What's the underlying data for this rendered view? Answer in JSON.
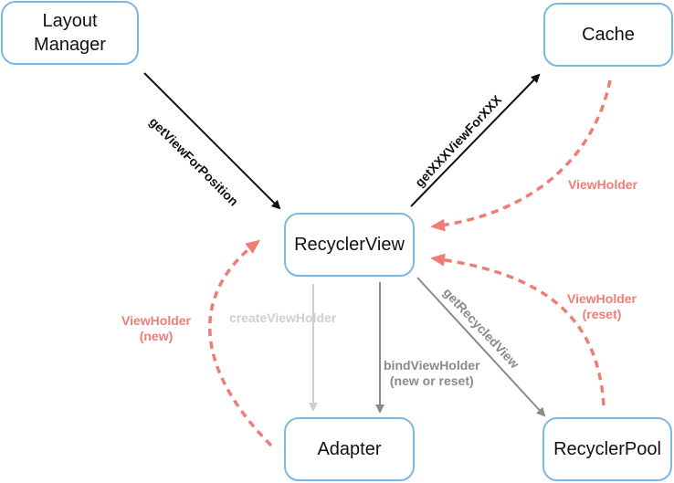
{
  "nodes": {
    "layout_manager": "Layout\nManager",
    "layout_manager_line1": "Layout",
    "layout_manager_line2": "Manager",
    "cache": "Cache",
    "recycler_view": "RecyclerView",
    "adapter": "Adapter",
    "recycler_pool": "RecyclerPool"
  },
  "edges": {
    "get_view_for_position": "getViewForPosition",
    "get_xxx_view_for_xxx": "getXXXViewForXXX",
    "cache_viewholder": "ViewHolder",
    "create_view_holder": "createViewHolder",
    "bind_view_holder_line1": "bindViewHolder",
    "bind_view_holder_line2": "(new or reset)",
    "get_recycled_view": "getRecycledView",
    "viewholder_new_line1": "ViewHolder",
    "viewholder_new_line2": "(new)",
    "viewholder_reset_line1": "ViewHolder",
    "viewholder_reset_line2": "(reset)"
  },
  "colors": {
    "node_border": "#7ab8e3",
    "call_arrow": "#111111",
    "return_arrow": "#ef7d75",
    "bind_arrow": "#8a8a8a",
    "create_arrow": "#cfcfcf"
  }
}
